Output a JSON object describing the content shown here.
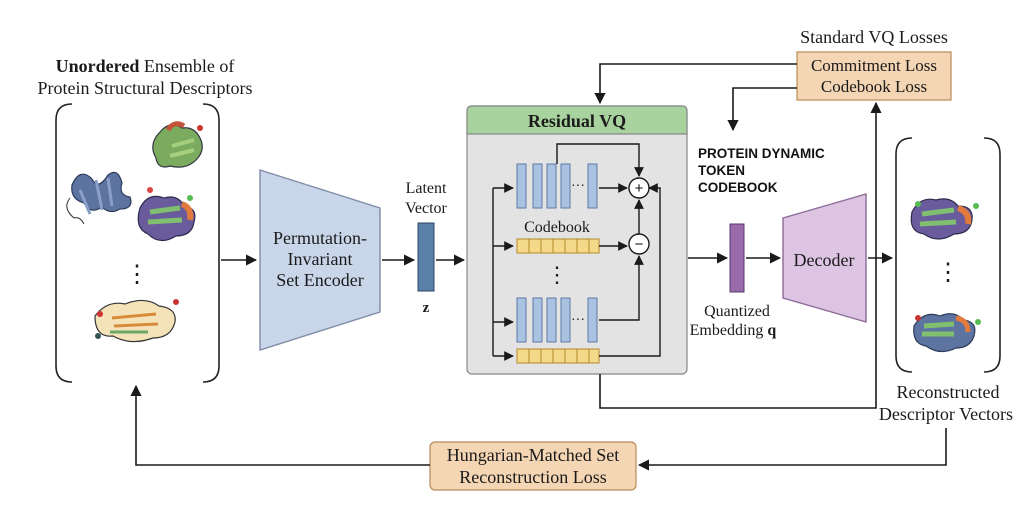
{
  "input": {
    "title_bold": "Unordered",
    "title_rest": " Ensemble of",
    "title_line2": "Protein Structural Descriptors",
    "ellipsis": "⋮"
  },
  "encoder": {
    "line1": "Permutation-",
    "line2": "Invariant",
    "line3": "Set Encoder"
  },
  "latent": {
    "line1": "Latent",
    "line2": "Vector",
    "symbol": "z"
  },
  "rvq": {
    "title": "Residual VQ",
    "codebook_label": "Codebook",
    "dots": "···",
    "vdots": "⋮",
    "plus": "+",
    "minus": "−"
  },
  "token_codebook": {
    "line1": "PROTEIN DYNAMIC",
    "line2": "TOKEN",
    "line3": "CODEBOOK"
  },
  "quantized": {
    "line1": "Quantized",
    "line2": "Embedding",
    "symbol": "q"
  },
  "decoder": {
    "label": "Decoder"
  },
  "vq_losses": {
    "title": "Standard VQ Losses",
    "line1": "Commitment Loss",
    "line2": "Codebook Loss"
  },
  "output": {
    "line1": "Reconstructed",
    "line2": "Descriptor Vectors",
    "ellipsis": "⋮"
  },
  "recon_loss": {
    "line1": "Hungarian-Matched Set",
    "line2": "Reconstruction Loss"
  },
  "colors": {
    "encoder_fill": "#c9d6ea",
    "latent_fill": "#5a7fa8",
    "rvq_fill": "#e3e3e3",
    "rvq_header": "#a9d39e",
    "code_blue": "#a9c2e2",
    "code_yellow": "#f5d98a",
    "quantized_fill": "#9a6bab",
    "decoder_fill": "#dcc4e2",
    "loss_fill": "#f4d5b4"
  }
}
